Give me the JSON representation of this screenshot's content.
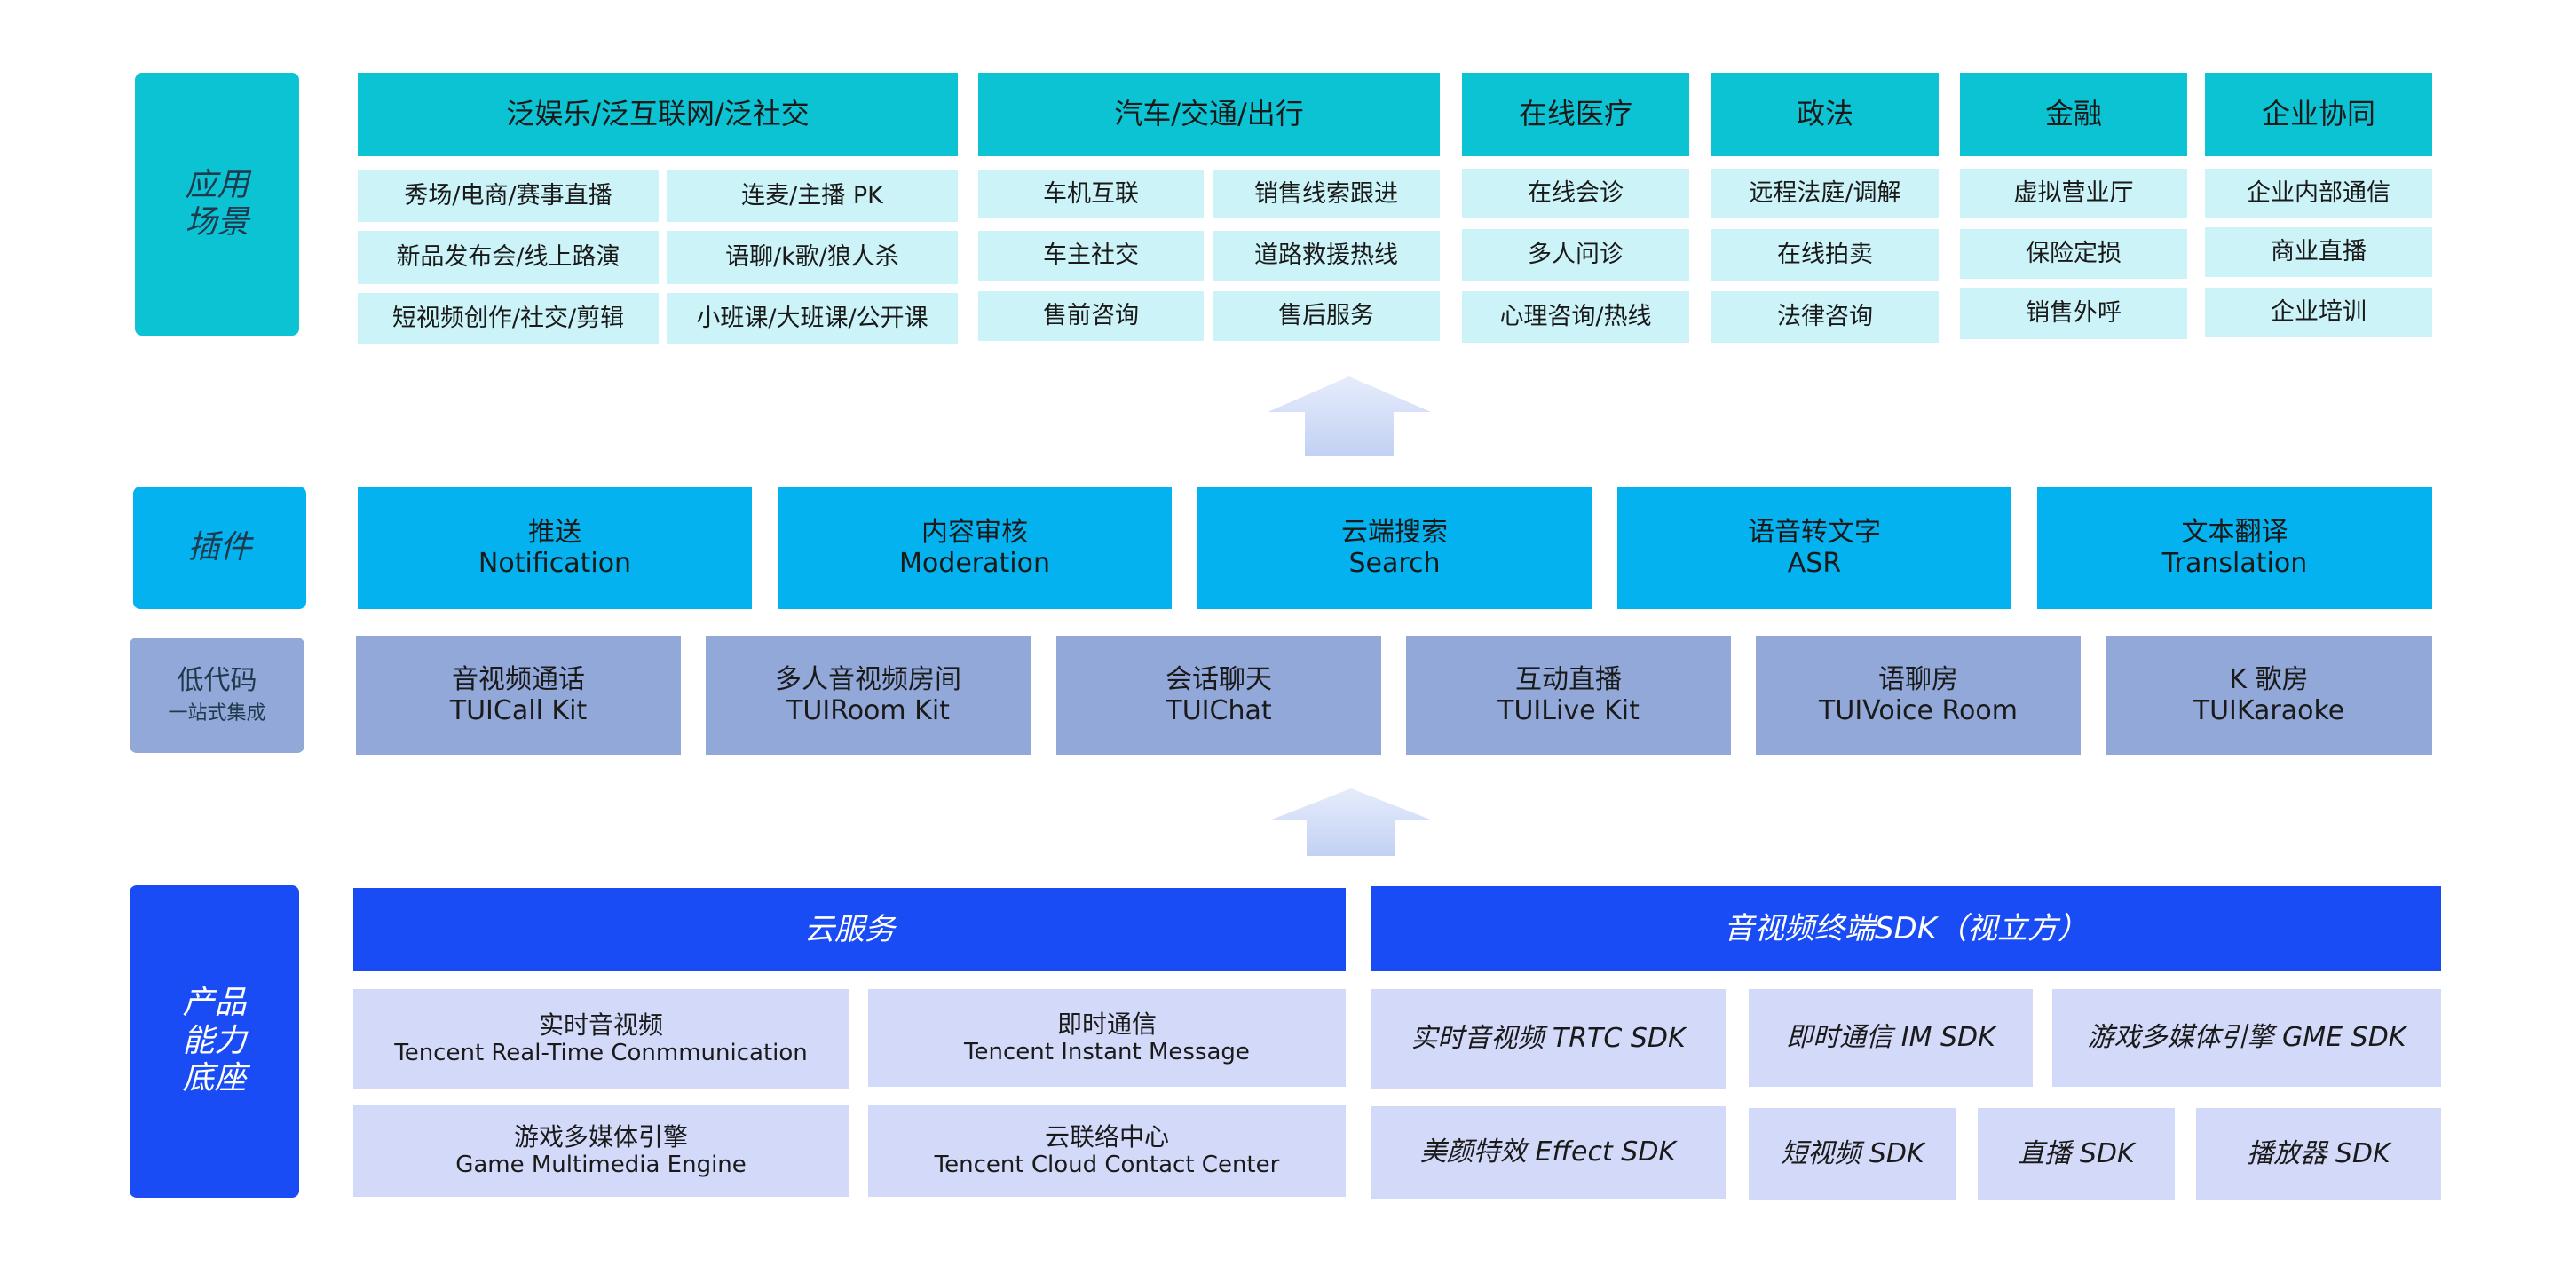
{
  "side_labels": {
    "scene": [
      "应用",
      "场景"
    ],
    "plugin": "插件",
    "lowcode": {
      "title": "低代码",
      "sub": "一站式集成"
    },
    "product": [
      "产品",
      "能力",
      "底座"
    ]
  },
  "scenes": {
    "entertainment": {
      "title": "泛娱乐/泛互联网/泛社交",
      "items": [
        "秀场/电商/赛事直播",
        "连麦/主播 PK",
        "新品发布会/线上路演",
        "语聊/k歌/狼人杀",
        "短视频创作/社交/剪辑",
        "小班课/大班课/公开课"
      ]
    },
    "auto": {
      "title": "汽车/交通/出行",
      "items": [
        "车机互联",
        "销售线索跟进",
        "车主社交",
        "道路救援热线",
        "售前咨询",
        "售后服务"
      ]
    },
    "medical": {
      "title": "在线医疗",
      "items": [
        "在线会诊",
        "多人问诊",
        "心理咨询/热线"
      ]
    },
    "legal": {
      "title": "政法",
      "items": [
        "远程法庭/调解",
        "在线拍卖",
        "法律咨询"
      ]
    },
    "finance": {
      "title": "金融",
      "items": [
        "虚拟营业厅",
        "保险定损",
        "销售外呼"
      ]
    },
    "enterprise": {
      "title": "企业协同",
      "items": [
        "企业内部通信",
        "商业直播",
        "企业培训"
      ]
    }
  },
  "plugins": [
    {
      "cn": "推送",
      "en": "Notification"
    },
    {
      "cn": "内容审核",
      "en": "Moderation"
    },
    {
      "cn": "云端搜索",
      "en": "Search"
    },
    {
      "cn": "语音转文字",
      "en": "ASR"
    },
    {
      "cn": "文本翻译",
      "en": "Translation"
    }
  ],
  "lowcode": [
    {
      "cn": "音视频通话",
      "en": "TUICall Kit"
    },
    {
      "cn": "多人音视频房间",
      "en": "TUIRoom Kit"
    },
    {
      "cn": "会话聊天",
      "en": "TUIChat"
    },
    {
      "cn": "互动直播",
      "en": "TUILive Kit"
    },
    {
      "cn": "语聊房",
      "en": "TUIVoice Room"
    },
    {
      "cn": "K 歌房",
      "en": "TUIKaraoke"
    }
  ],
  "cloud": {
    "title": "云服务",
    "items": [
      {
        "cn": "实时音视频",
        "en": "Tencent Real-Time Conmmunication"
      },
      {
        "cn": "即时通信",
        "en": "Tencent Instant Message"
      },
      {
        "cn": "游戏多媒体引擎",
        "en": "Game Multimedia Engine"
      },
      {
        "cn": "云联络中心",
        "en": "Tencent Cloud Contact Center"
      }
    ]
  },
  "sdk": {
    "title": "音视频终端SDK（视立方）",
    "items": [
      "实时音视频 TRTC SDK",
      "即时通信 IM SDK",
      "游戏多媒体引擎 GME SDK",
      "美颜特效 Effect SDK",
      "短视频 SDK",
      "直播 SDK",
      "播放器 SDK"
    ]
  },
  "colors": {
    "teal": "#0cc3d4",
    "teal_light": "#ccf3f7",
    "sky": "#04b2ef",
    "slate_blue": "#92a8d9",
    "royal_blue": "#1a4cf5",
    "lavender": "#d3daf9"
  }
}
